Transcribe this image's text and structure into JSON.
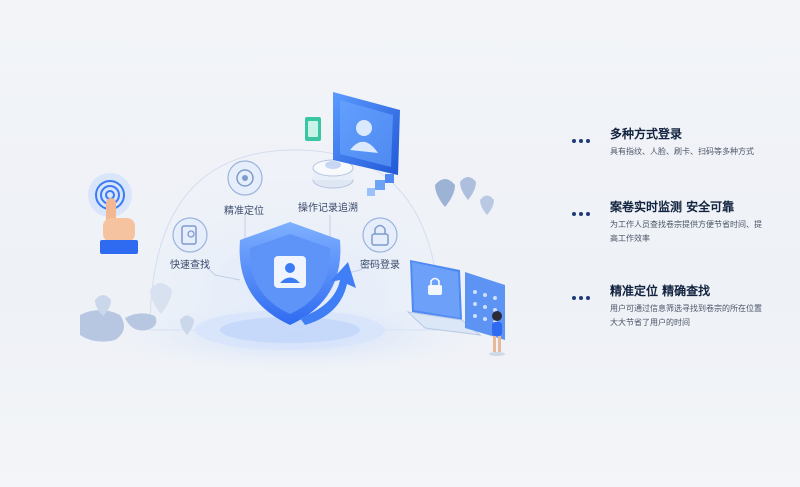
{
  "illustration": {
    "labels": {
      "precise_locate": "精准定位",
      "operation_trace": "操作记录追溯",
      "quick_find": "快速查找",
      "password_login": "密码登录"
    }
  },
  "features": [
    {
      "title": "多种方式登录",
      "desc_lines": [
        "具有指纹、人脸、刷卡、扫码等多种方式"
      ]
    },
    {
      "title": "案卷实时监测 安全可靠",
      "desc_lines": [
        "为工作人员查找卷宗提供方便节省时间、提",
        "高工作效率"
      ]
    },
    {
      "title": "精准定位 精确查找",
      "desc_lines": [
        "用户可通过信息筛选寻找到卷宗的所在位置",
        "大大节省了用户的时间"
      ]
    }
  ],
  "colors": {
    "accent": "#2f6bf0",
    "shield": "#3b7cf5",
    "title_text": "#12233f",
    "dots": "#1f3a78"
  }
}
